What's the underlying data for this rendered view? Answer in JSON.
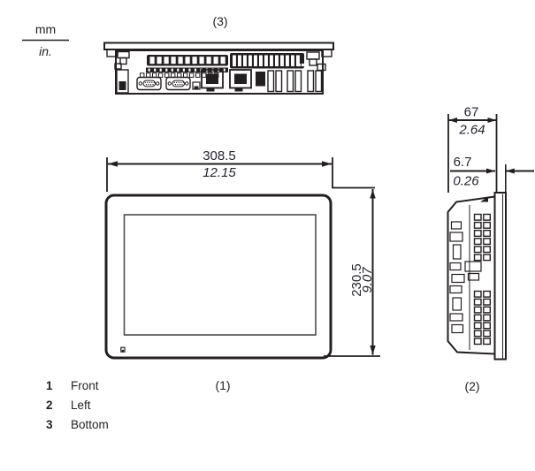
{
  "units": {
    "metric": "mm",
    "imperial": "in."
  },
  "views": {
    "bottom": {
      "callout": "(3)"
    },
    "front": {
      "callout": "(1)",
      "width": {
        "mm": "308.5",
        "in": "12.15"
      },
      "height": {
        "mm": "230.5",
        "in": "9.07"
      }
    },
    "left": {
      "callout": "(2)",
      "depth": {
        "mm": "67",
        "in": "2.64"
      },
      "bezel": {
        "mm": "6.7",
        "in": "0.26"
      }
    }
  },
  "legend": {
    "items": [
      {
        "num": "1",
        "label": "Front"
      },
      {
        "num": "2",
        "label": "Left"
      },
      {
        "num": "3",
        "label": "Bottom"
      }
    ]
  },
  "colors": {
    "ink": "#231f20",
    "background": "#ffffff",
    "dim_text": "#26242e"
  }
}
